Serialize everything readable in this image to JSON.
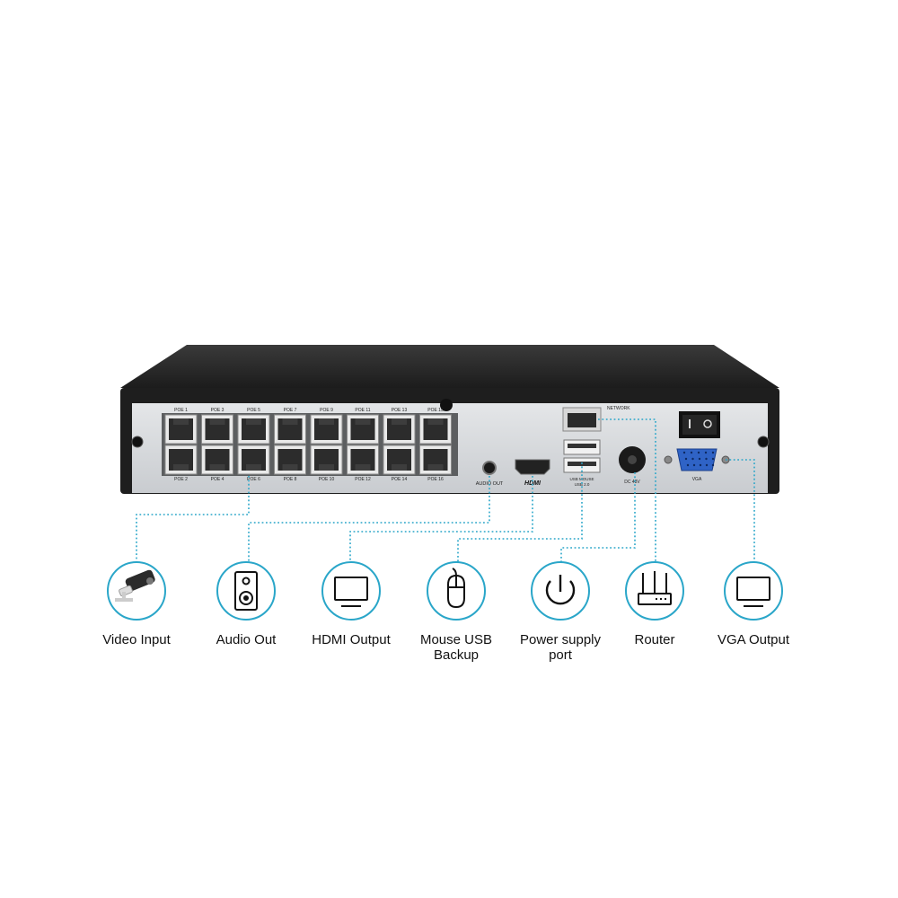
{
  "colors": {
    "accent": "#2aa6c9",
    "chassis_top": "#2a2a2a",
    "chassis_panel": "#d6d8da",
    "port_dark": "#2c2c2c"
  },
  "ports": {
    "top_row": [
      "POE 1",
      "POE 3",
      "POE 5",
      "POE 7",
      "POE 9",
      "POE 11",
      "POE 13",
      "POE 15"
    ],
    "bottom_row": [
      "POE 2",
      "POE 4",
      "POE 6",
      "POE 8",
      "POE 10",
      "POE 12",
      "POE 14",
      "POE 16"
    ],
    "audio": "AUDIO OUT",
    "hdmi": "HDMI",
    "network": "NETWORK",
    "usb": [
      "USB MOUSE",
      "USB 2.0"
    ],
    "dc": "DC 48V",
    "vga": "VGA"
  },
  "features": [
    {
      "icon": "security-camera-icon",
      "lines": [
        "Video Input"
      ]
    },
    {
      "icon": "speaker-icon",
      "lines": [
        "Audio Out"
      ]
    },
    {
      "icon": "monitor-icon",
      "lines": [
        "HDMI Output"
      ]
    },
    {
      "icon": "mouse-icon",
      "lines": [
        "Mouse USB",
        "Backup"
      ]
    },
    {
      "icon": "power-icon",
      "lines": [
        "Power supply",
        "port"
      ]
    },
    {
      "icon": "router-icon",
      "lines": [
        "Router"
      ]
    },
    {
      "icon": "monitor-icon",
      "lines": [
        "VGA Output"
      ]
    }
  ]
}
